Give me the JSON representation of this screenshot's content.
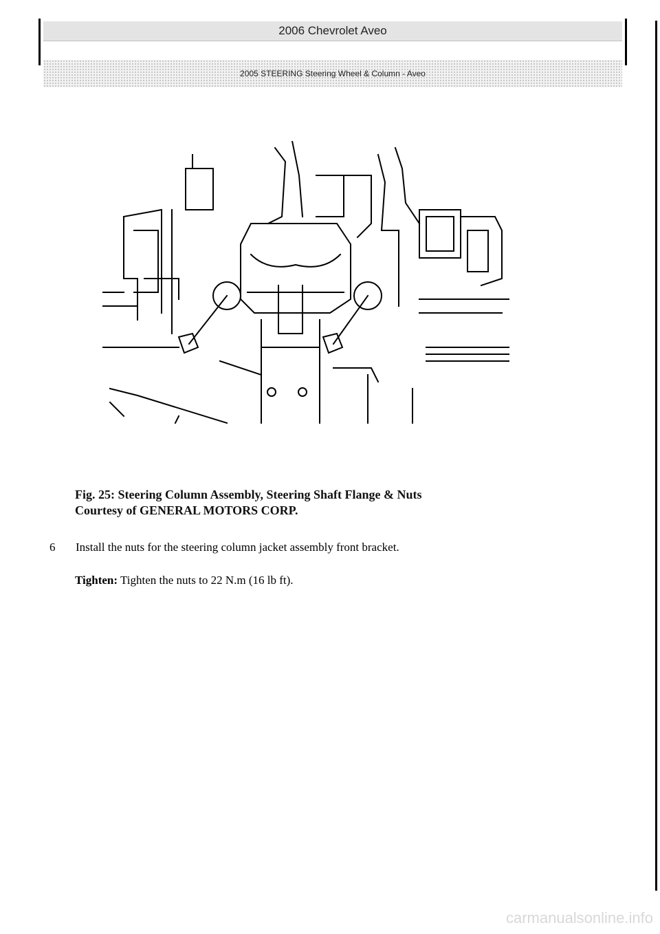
{
  "header": {
    "title": "2006 Chevrolet Aveo",
    "subtitle": "2005 STEERING Steering Wheel & Column - Aveo"
  },
  "figure": {
    "caption_line1": "Fig. 25: Steering Column Assembly, Steering Shaft Flange & Nuts",
    "caption_line2": "Courtesy of GENERAL MOTORS CORP."
  },
  "steps": [
    {
      "number": "6",
      "text": "Install the nuts for the steering column jacket assembly front bracket.",
      "tighten_label": "Tighten:",
      "tighten_text": "Tighten the nuts to 22 N.m (16 lb ft)."
    }
  ],
  "watermark": "carmanualsonline.info"
}
